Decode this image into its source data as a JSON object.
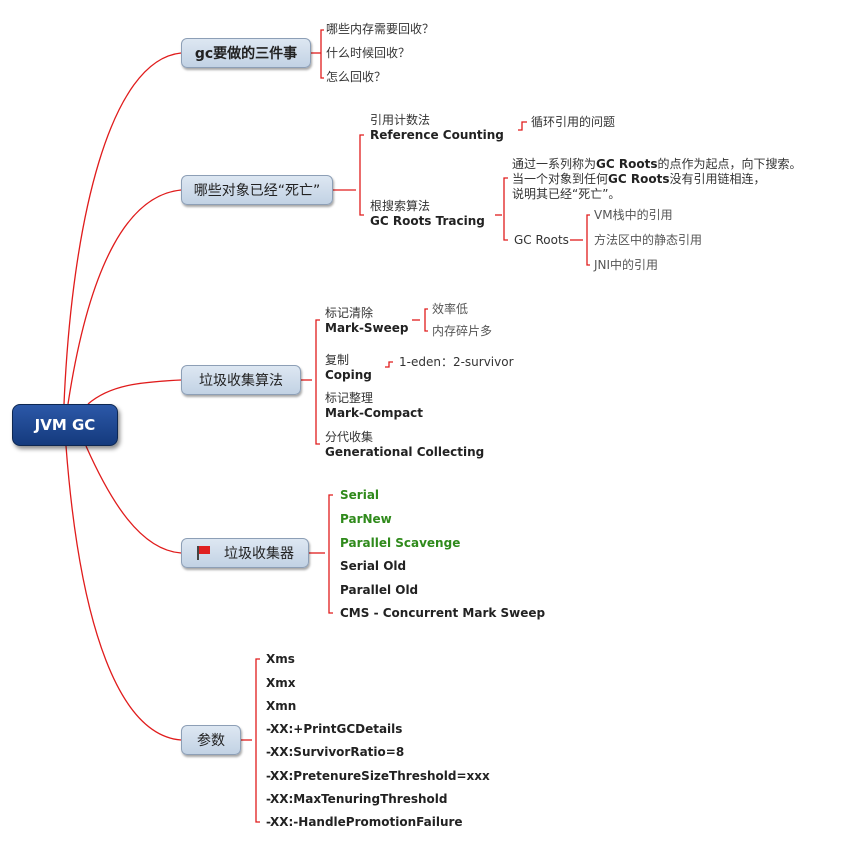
{
  "root": "JVM GC",
  "branches": {
    "b1": {
      "label": "gc要做的三件事",
      "items": [
        "哪些内存需要回收？",
        "什么时候回收？",
        "怎么回收？"
      ]
    },
    "b2": {
      "label": "哪些对象已经“死亡”",
      "rc_cn": "引用计数法",
      "rc_en": "Reference Counting",
      "rc_note": "循环引用的问题",
      "gc_cn": "根搜索算法",
      "gc_en": "GC Roots Tracing",
      "desc_l1a": "通过一系列称为",
      "desc_l1b": "GC Roots",
      "desc_l1c": "的点作为起点，向下搜索。",
      "desc_l2a": "当一个对象到任何",
      "desc_l2b": "GC Roots",
      "desc_l2c": "没有引用链相连，",
      "desc_l3": "说明其已经“死亡”。",
      "gcroots": "GC Roots",
      "roots": [
        "VM栈中的引用",
        "方法区中的静态引用",
        "JNI中的引用"
      ]
    },
    "b3": {
      "label": "垃圾收集算法",
      "ms_cn": "标记清除",
      "ms_en": "Mark-Sweep",
      "ms_sub": [
        "效率低",
        "内存碎片多"
      ],
      "cp_cn": "复制",
      "cp_en": "Coping",
      "cp_sub": "1-eden：2-survivor",
      "mc_cn": "标记整理",
      "mc_en": "Mark-Compact",
      "gen_cn": "分代收集",
      "gen_en": "Generational Collecting"
    },
    "b4": {
      "label": "垃圾收集器",
      "icon": "red-flag-icon",
      "collectors": [
        "Serial",
        "ParNew",
        "Parallel Scavenge",
        "Serial Old",
        "Parallel Old",
        "CMS - Concurrent Mark Sweep"
      ]
    },
    "b5": {
      "label": "参数",
      "params": [
        "Xms",
        "Xmx",
        "Xmn",
        "-XX:+PrintGCDetails",
        "-XX:SurvivorRatio=8",
        "-XX:PretenureSizeThreshold=xxx",
        "-XX:MaxTenuringThreshold",
        "-XX:-HandlePromotionFailure"
      ]
    }
  },
  "colors": {
    "connector": "#e01c1c",
    "bracket": "#e01c1c",
    "root_fill": "#1a4189",
    "topic_fill": "#cfdcea",
    "young_collector_text": "#2f8a1b"
  }
}
